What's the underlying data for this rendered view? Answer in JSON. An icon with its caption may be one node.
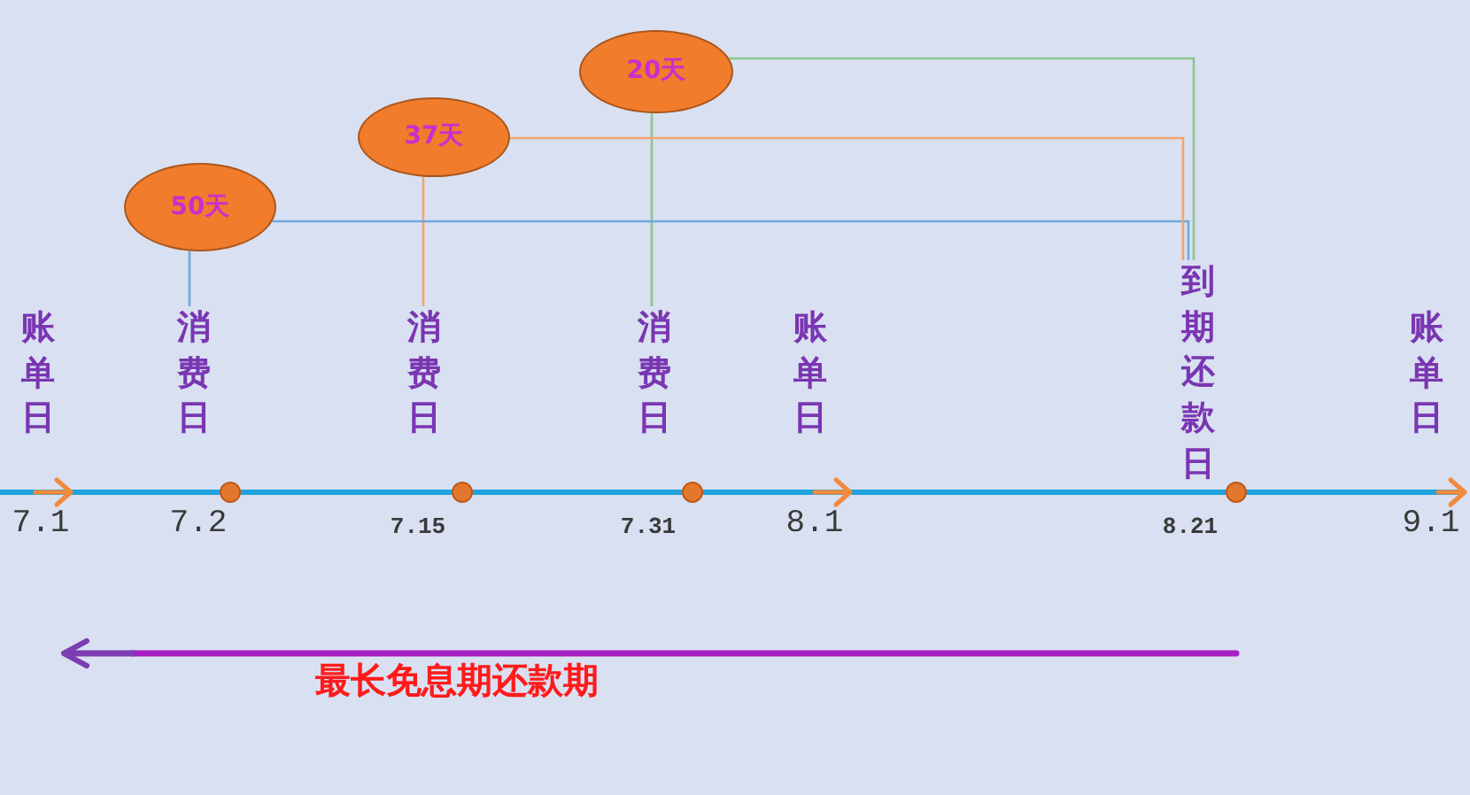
{
  "diagram": {
    "nodes": [
      {
        "text": [
          "50天"
        ]
      },
      {
        "text": [
          "37天"
        ]
      },
      {
        "text": [
          "20天"
        ]
      },
      {
        "text": [
          "消费日"
        ]
      },
      {
        "text": [
          "消费日"
        ]
      },
      {
        "text": [
          "消费日"
        ]
      },
      {
        "text": [
          "到期还款日"
        ]
      }
    ],
    "edges": [
      {
        "from": 0,
        "to": 3,
        "arrow": "none",
        "color": "#6fa8dc"
      },
      {
        "from": 1,
        "to": 4,
        "arrow": "none",
        "color": "#f2a370"
      },
      {
        "from": 2,
        "to": 5,
        "arrow": "none",
        "color": "#8cc68c"
      },
      {
        "from": 0,
        "to": 6,
        "arrow": "none",
        "color": "#6fa8dc"
      },
      {
        "from": 1,
        "to": 6,
        "arrow": "none",
        "color": "#f2a370"
      },
      {
        "from": 2,
        "to": 6,
        "arrow": "none",
        "color": "#8cc68c"
      }
    ],
    "labels": [
      "账单日",
      "账单日",
      "账单日",
      "7.1",
      "7.2",
      "7.15",
      "7.31",
      "8.1",
      "8.21",
      "9.1",
      "最长免息期还款期"
    ]
  }
}
